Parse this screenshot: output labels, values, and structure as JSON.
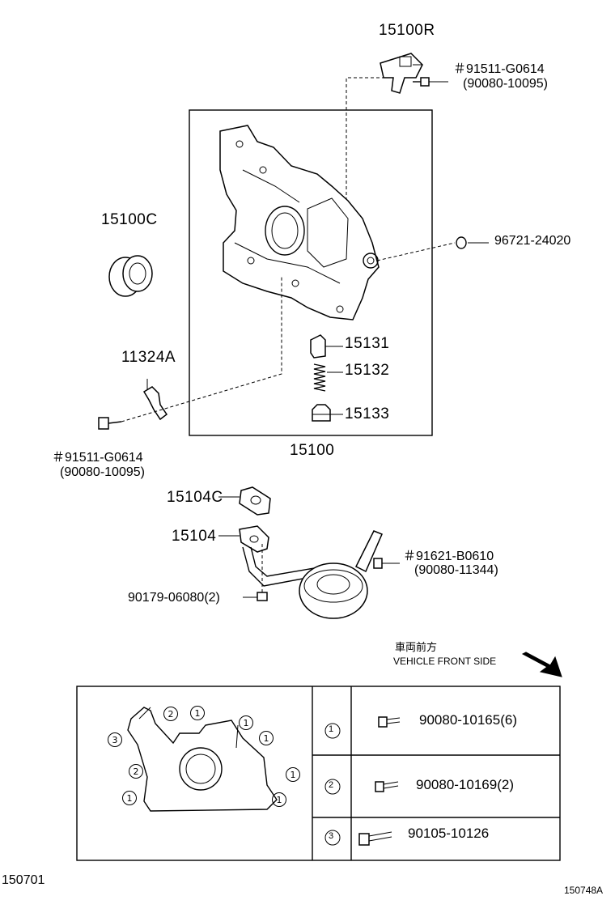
{
  "labels": {
    "sensor": "15100R",
    "sensor_bolt_1": "＃91511-G0614",
    "sensor_bolt_2": "(90080-10095)",
    "seal": "15100C",
    "oring": "96721-24020",
    "valve": "15131",
    "spring": "15132",
    "plug": "15133",
    "pump_assy": "15100",
    "bracket": "11324A",
    "bracket_bolt_1": "＃91511-G0614",
    "bracket_bolt_2": "(90080-10095)",
    "gasket": "15104C",
    "strainer": "15104",
    "strainer_bolt_1": "＃91621-B0610",
    "strainer_bolt_2": "(90080-11344)",
    "nut": "90179-06080(2)",
    "direction_jp": "車両前方",
    "direction_en": "VEHICLE FRONT SIDE"
  },
  "legend": {
    "rows": [
      {
        "marker": "1",
        "part": "90080-10165(6)"
      },
      {
        "marker": "2",
        "part": "90080-10169(2)"
      },
      {
        "marker": "3",
        "part": "90105-10126"
      }
    ]
  },
  "footer": {
    "left_code": "150701",
    "right_code": "150748A"
  }
}
